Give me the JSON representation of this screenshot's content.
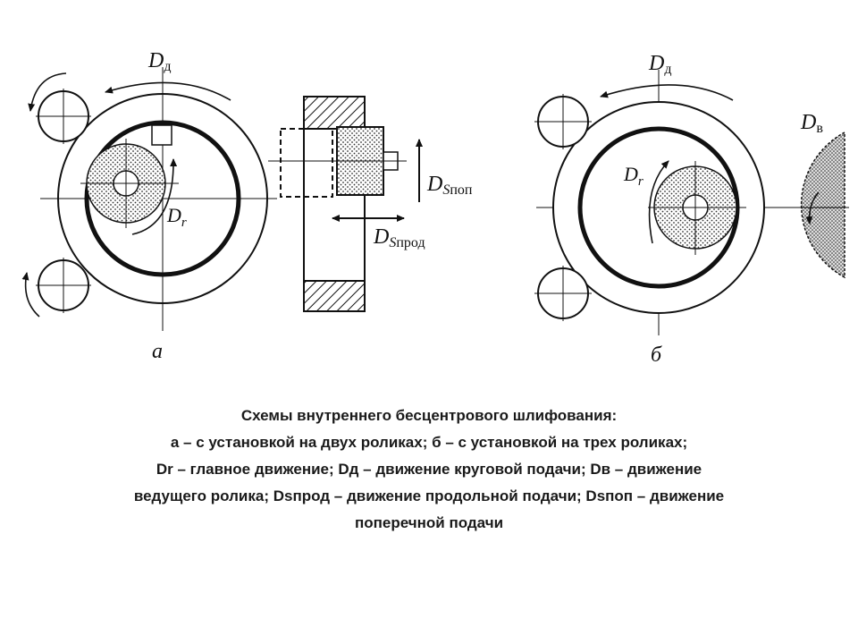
{
  "diagram": {
    "labels": {
      "dd_a": {
        "main": "D",
        "sub": "д"
      },
      "dr_a": {
        "main": "D",
        "sub": "r"
      },
      "dspop": {
        "main": "D",
        "sub_s": "S",
        "sub": "поп"
      },
      "dsprod": {
        "main": "D",
        "sub_s": "S",
        "sub": "прод"
      },
      "dd_b": {
        "main": "D",
        "sub": "д"
      },
      "dr_b": {
        "main": "D",
        "sub": "r"
      },
      "dv_b": {
        "main": "D",
        "sub": "в"
      },
      "letter_a": "а",
      "letter_b": "б"
    }
  },
  "caption": {
    "line1": "Схемы внутреннего бесцентрового шлифования:",
    "line2": "а – с установкой на двух роликах; б – с установкой на трех роликах;",
    "line3": "Dr – главное движение; Dд – движение круговой подачи; Dв – движение",
    "line4": "ведущего ролика; Dsпрод – движение продольной подачи; Dsпоп – движение",
    "line5": "поперечной подачи"
  }
}
